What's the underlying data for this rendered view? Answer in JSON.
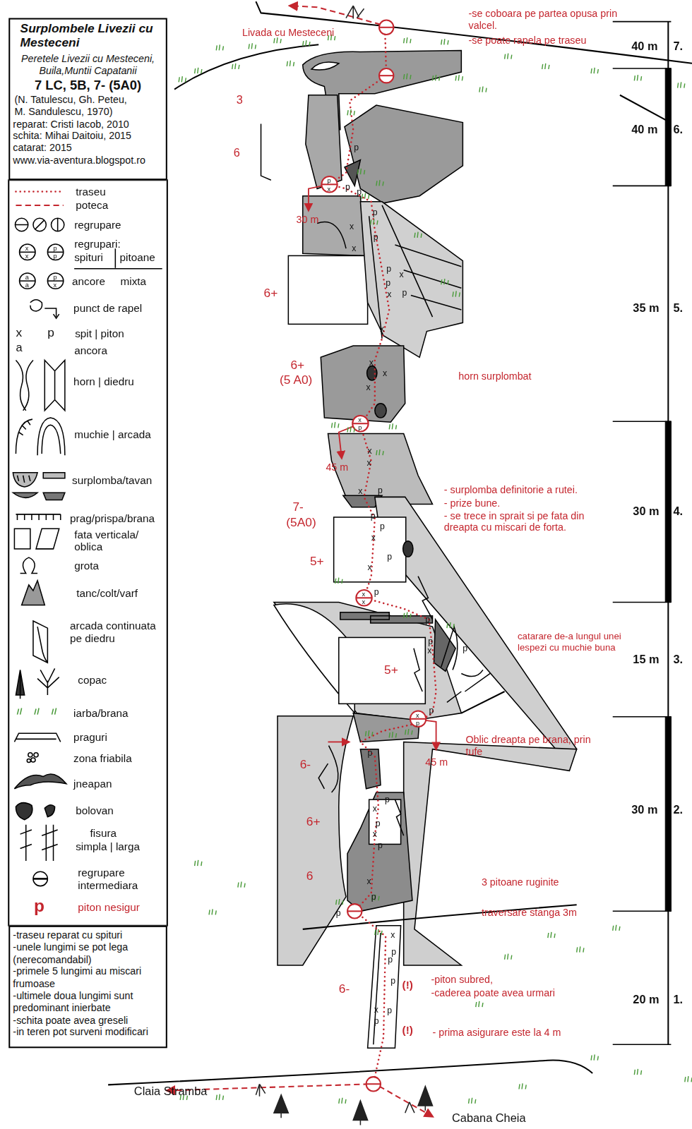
{
  "diagram": {
    "nodes": [
      {
        "text": [
          "Surplombele Livezii cu Mesteceni",
          "Peretele Livezii cu Mesteceni, Buila,Muntii Capatanii",
          "7 LC, 5B, 7- (5A0)",
          "(N. Tatulescu, Gh. Peteu, M. Sandulescu, 1970)",
          "reparat: Cristi Iacob, 2010",
          "schita: Mihai Daitoiu, 2015",
          "catarat: 2015",
          "www.via-aventura.blogspot.ro"
        ]
      },
      {
        "text": [
          "-traseu reparat cu spituri",
          "-unele lungimi se pot lega (nerecomandabil)",
          "-primele 5 lungimi au miscari frumoase",
          "-ultimele doua lungimi sunt predominant inierbate",
          "-schita poate avea greseli",
          "-in teren pot surveni modificari"
        ]
      }
    ],
    "labels": [
      "40 m",
      "7.",
      "40 m",
      "6.",
      "35 m",
      "5.",
      "30 m",
      "4.",
      "15 m",
      "3.",
      "30 m",
      "2.",
      "20 m",
      "1.",
      "-se coboara pe partea opusa prin valcel.",
      "-se poate rapela pe traseu",
      "Livada cu Mesteceni",
      "3",
      "6",
      "30 m",
      "6+",
      "6+",
      "(5 A0)",
      "horn surplombat",
      "45 m",
      "7-",
      "(5A0)",
      "5+",
      "- surplomba definitorie a rutei.",
      "- prize bune.",
      "- se trece in sprait si pe fata din dreapta cu miscari de forta.",
      "catarare de-a lungul unei lespezi cu muchie buna",
      "5+",
      "Oblic dreapta pe brana, prin tufe",
      "45 m",
      "6-",
      "6+",
      "6",
      "3 pitoane ruginite",
      "traversare stanga 3m",
      "6-",
      "(!)",
      "-piton subred,",
      "-caderea poate avea urmari",
      "(!)",
      "- prima asigurare este la 4 m",
      "Claia Stramba",
      "Cabana Cheia",
      "x",
      "p",
      "a",
      "x",
      "x",
      "p",
      "p",
      "a",
      "a",
      "p",
      "x",
      "p",
      "p",
      "x",
      "x",
      "p",
      "x",
      "x",
      "x",
      "p",
      "p",
      "p",
      "p",
      "p",
      "x",
      "p",
      "x",
      "p",
      "x",
      "p",
      "x",
      "p",
      "x",
      "x",
      "x",
      "x",
      "x",
      "x",
      "p",
      "x",
      "p",
      "p",
      "x",
      "p",
      "x",
      "p",
      "p",
      "p",
      "x",
      "p",
      "p",
      "p",
      "p",
      "x",
      "p",
      "x",
      "p",
      "x",
      "p",
      "p",
      "x",
      "p",
      "p",
      "p",
      "x",
      "p",
      "p"
    ],
    "legend": [
      {
        "text": "traseu"
      },
      {
        "text": "poteca"
      },
      {
        "text": "regrupare"
      },
      {
        "text": "regrupari:"
      },
      {
        "text": "spituri"
      },
      {
        "text": "pitoane"
      },
      {
        "text": "ancore"
      },
      {
        "text": "mixta"
      },
      {
        "text": "punct de rapel"
      },
      {
        "text": "spit | piton"
      },
      {
        "text": "ancora"
      },
      {
        "text": "horn | diedru"
      },
      {
        "text": "muchie | arcada"
      },
      {
        "text": "surplomba/tavan"
      },
      {
        "text": "prag/prispa/brana"
      },
      {
        "text": "fata verticala/ oblica"
      },
      {
        "text": "grota"
      },
      {
        "text": "tanc/colt/varf"
      },
      {
        "text": "arcada continuata pe diedru"
      },
      {
        "text": "copac"
      },
      {
        "text": "iarba/brana"
      },
      {
        "text": "praguri"
      },
      {
        "text": "zona friabila"
      },
      {
        "text": "jneapan"
      },
      {
        "text": "bolovan"
      },
      {
        "text": "fisura"
      },
      {
        "text": "simpla | larga"
      },
      {
        "text": "regrupare intermediara"
      },
      {
        "text": "piton nesigur"
      }
    ]
  }
}
